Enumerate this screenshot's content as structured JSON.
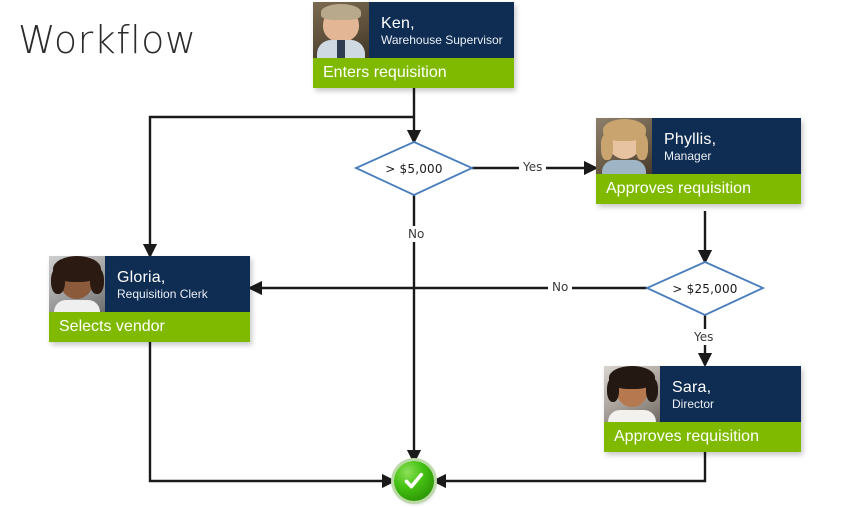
{
  "page": {
    "title": "Workflow",
    "background": "#ffffff"
  },
  "theme": {
    "navy": "#0f2d52",
    "green": "#7fba00",
    "diamond_stroke": "#4a7ebb",
    "wire": "#1a1a1a",
    "end_green": "#46c314"
  },
  "nodes": [
    {
      "id": "ken",
      "name": "Ken,",
      "role": "Warehouse Supervisor",
      "action": "Enters requisition",
      "photo_alt": "photo-of-ken"
    },
    {
      "id": "phyllis",
      "name": "Phyllis,",
      "role": "Manager",
      "action": "Approves requisition",
      "photo_alt": "photo-of-phyllis"
    },
    {
      "id": "gloria",
      "name": "Gloria,",
      "role": "Requisition Clerk",
      "action": "Selects vendor",
      "photo_alt": "photo-of-gloria"
    },
    {
      "id": "sara",
      "name": "Sara,",
      "role": "Director",
      "action": "Approves requisition",
      "photo_alt": "photo-of-sara"
    }
  ],
  "decisions": [
    {
      "id": "d1",
      "label": "> $5,000"
    },
    {
      "id": "d2",
      "label": "> $25,000"
    }
  ],
  "edge_labels": {
    "d1_yes": "Yes",
    "d1_no": "No",
    "d2_no": "No",
    "d2_yes": "Yes"
  },
  "terminator": {
    "icon": "check-mark-icon",
    "label": ""
  }
}
